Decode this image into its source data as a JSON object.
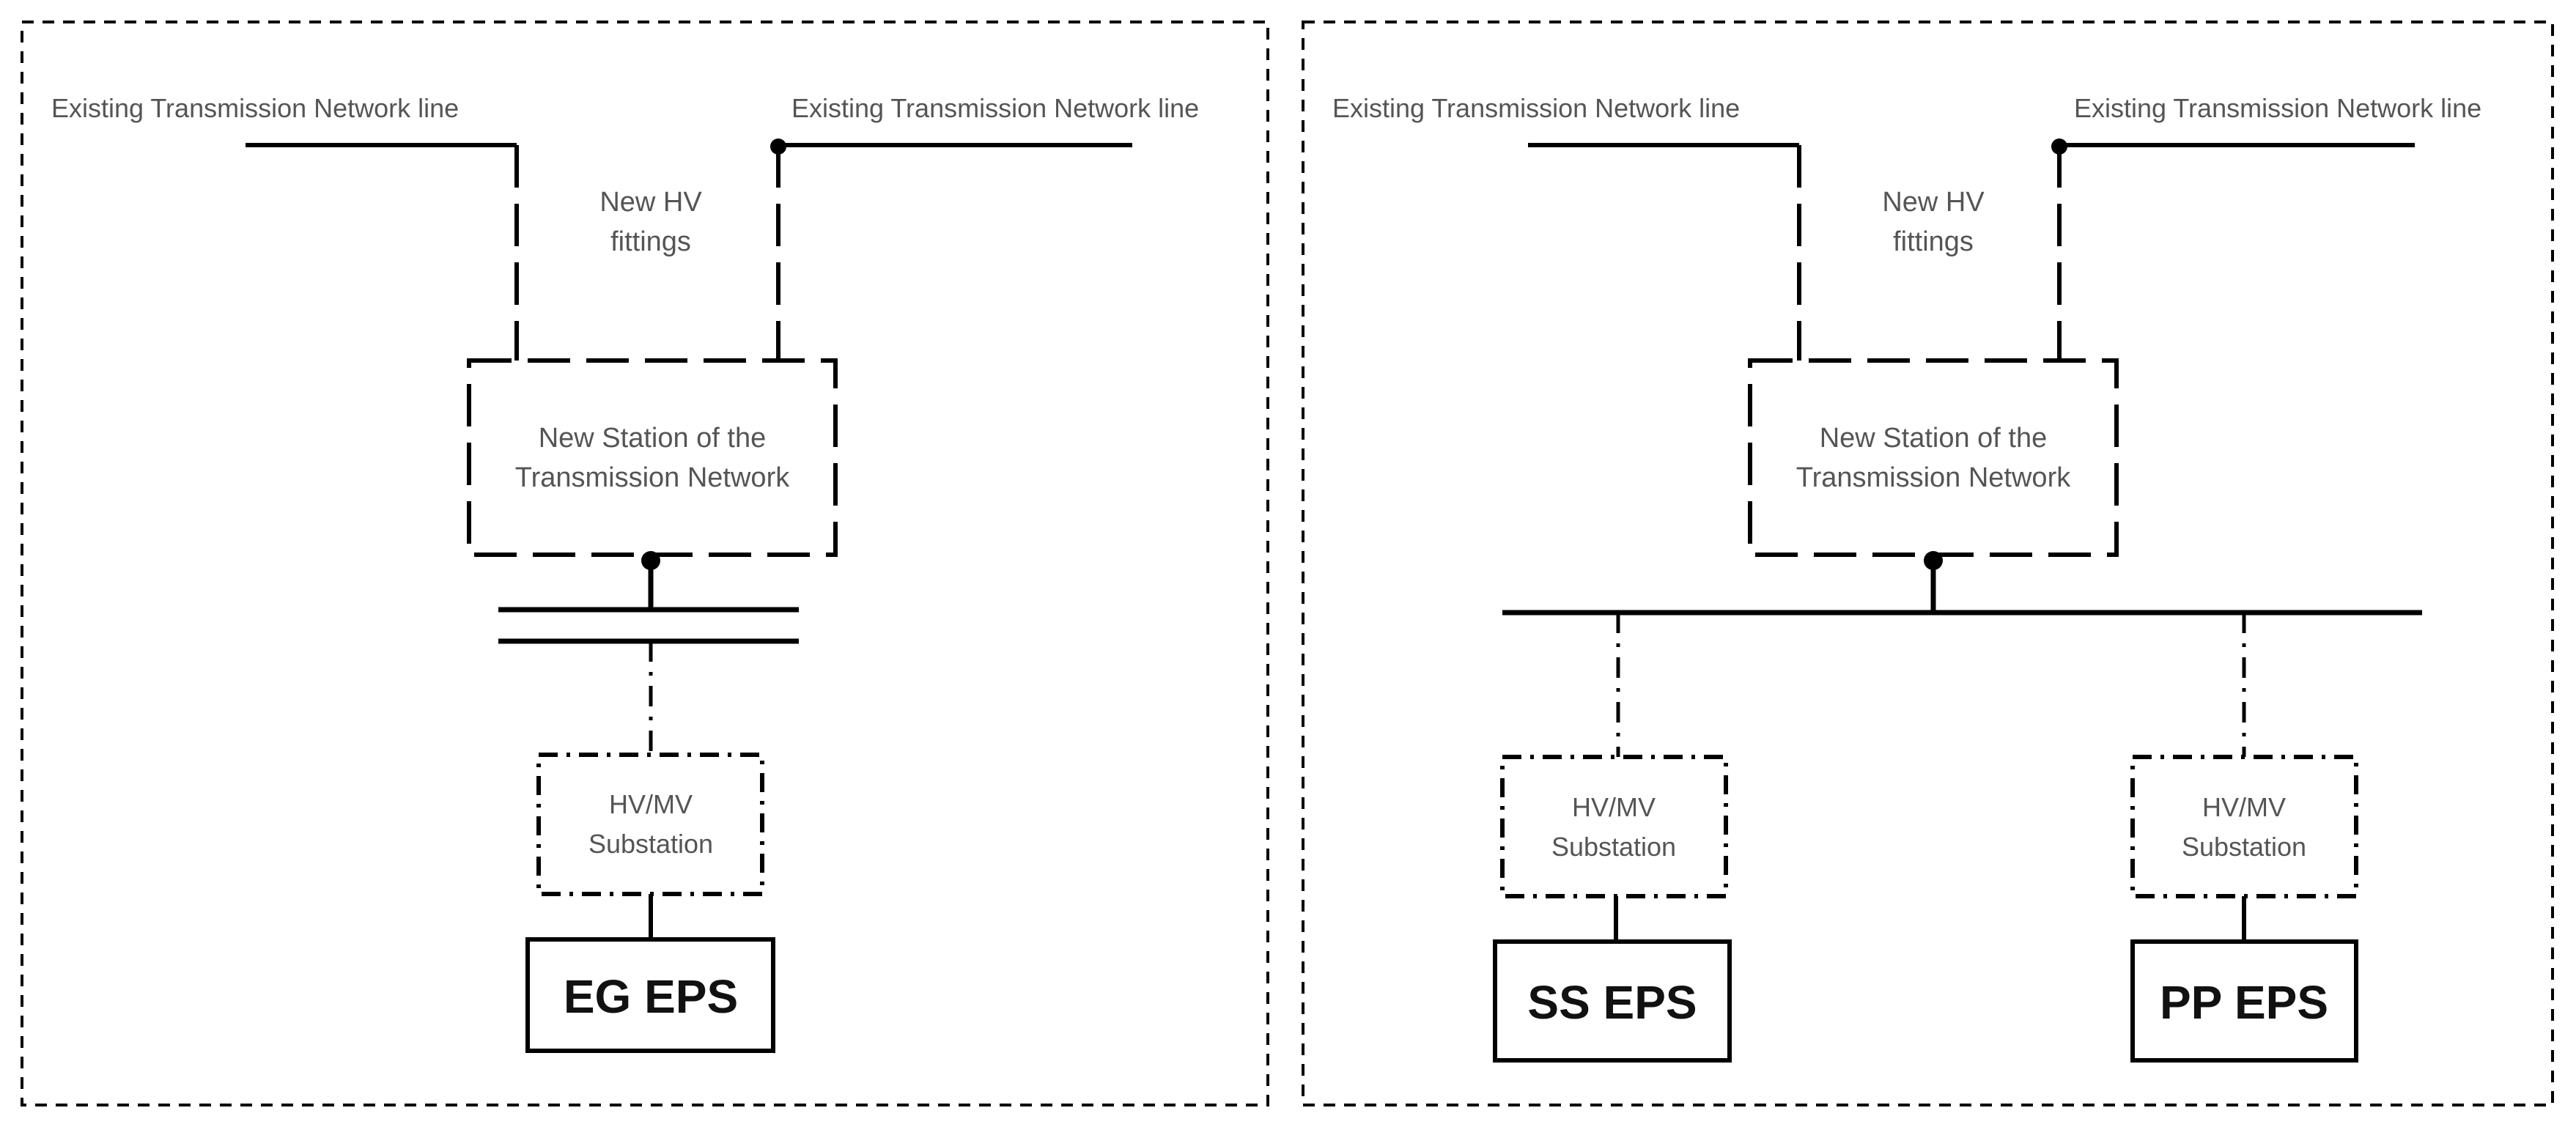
{
  "left_panel": {
    "line_label_left": "Existing Transmission Network line",
    "line_label_right": "Existing Transmission Network line",
    "fittings_line1": "New HV",
    "fittings_line2": "fittings",
    "station_line1": "New Station of the",
    "station_line2": "Transmission Network",
    "substation_line1": "HV/MV",
    "substation_line2": "Substation",
    "eps_label": "EG EPS"
  },
  "right_panel": {
    "line_label_left": "Existing Transmission Network line",
    "line_label_right": "Existing Transmission Network line",
    "fittings_line1": "New HV",
    "fittings_line2": "fittings",
    "station_line1": "New Station of the",
    "station_line2": "Transmission Network",
    "substation_a_line1": "HV/MV",
    "substation_a_line2": "Substation",
    "substation_b_line1": "HV/MV",
    "substation_b_line2": "Substation",
    "eps_a_label": "SS EPS",
    "eps_b_label": "PP EPS"
  }
}
